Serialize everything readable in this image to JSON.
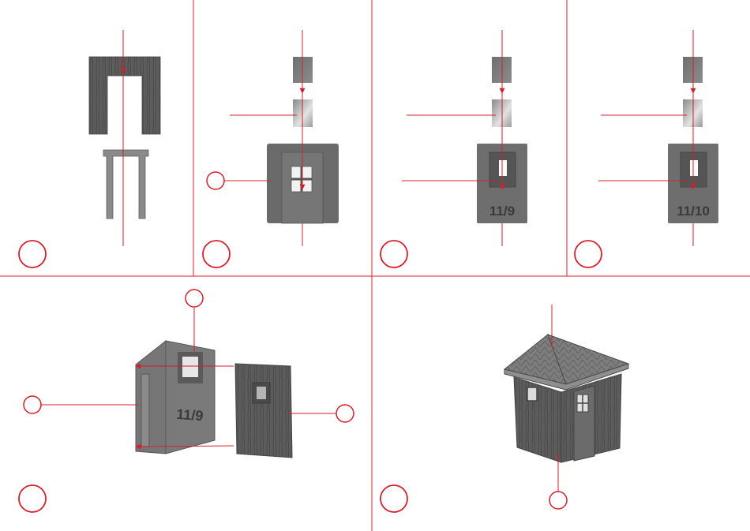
{
  "colors": {
    "accent": "#d51f2c",
    "part_dark": "#5a5a5a",
    "part_mid": "#7a7a7a",
    "part_light": "#9a9a9a",
    "glass_light": "#d8d8d8"
  },
  "steps": {
    "step2": {
      "part_number": ""
    },
    "step3": {
      "part_number": "11/9"
    },
    "step4": {
      "part_number": "11/10"
    },
    "step5": {
      "part_number": "11/9"
    }
  },
  "icons": [
    "step-circle-icon",
    "callout-circle-icon",
    "arrow-icon"
  ]
}
